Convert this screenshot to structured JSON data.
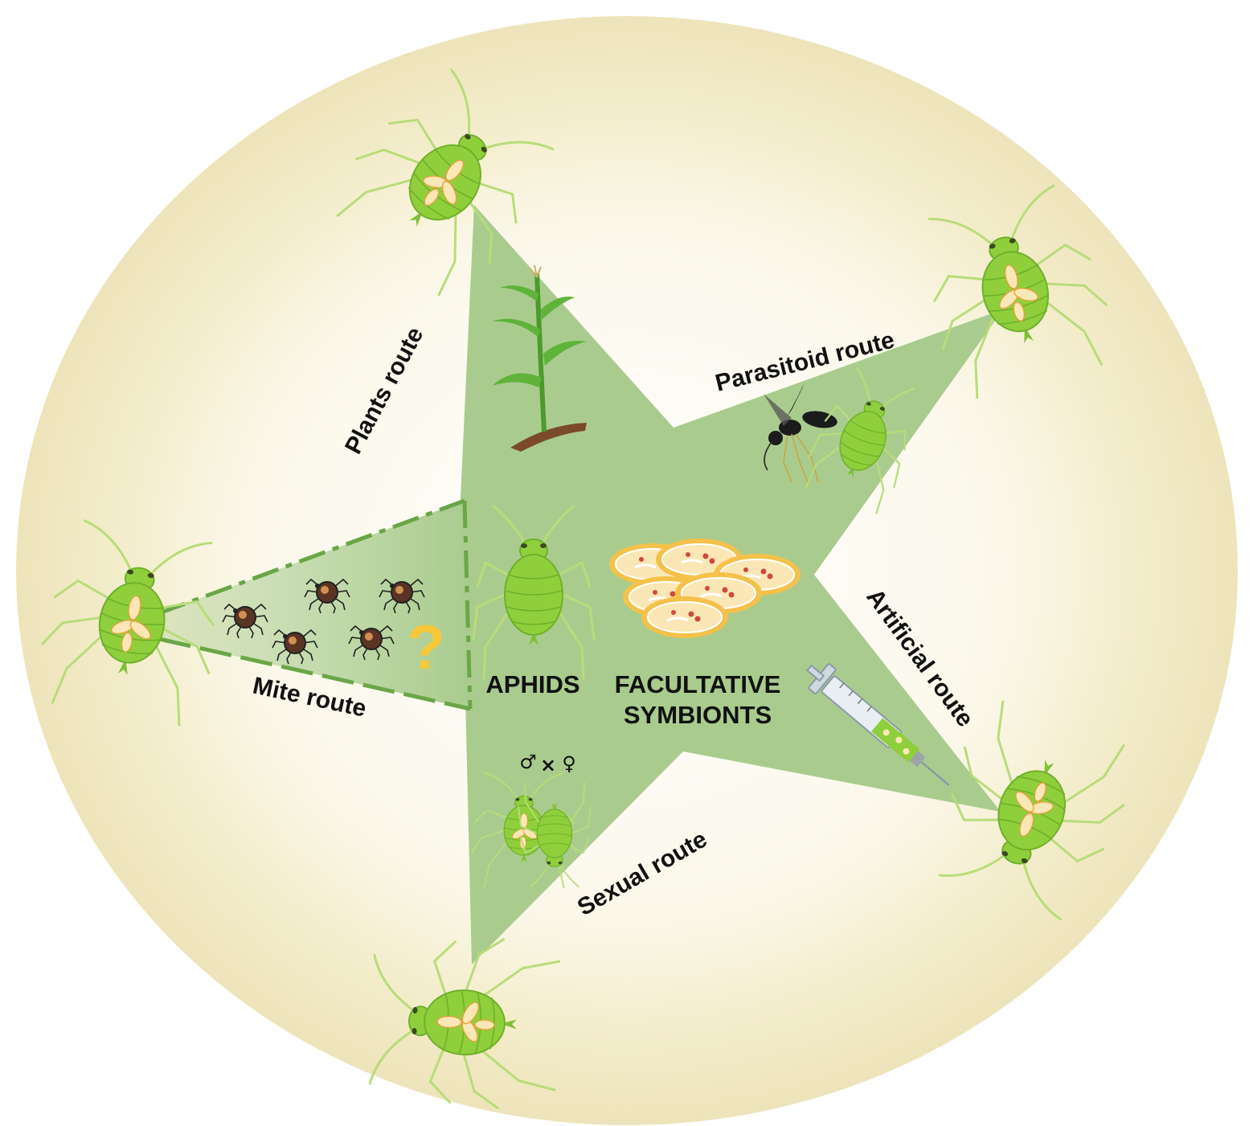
{
  "labels": {
    "plants_route": "Plants route",
    "parasitoid_route": "Parasitoid route",
    "artificial_route": "Artificial route",
    "sexual_route": "Sexual route",
    "mite_route": "Mite route",
    "aphids": "APHIDS",
    "facultative_line1": "FACULTATIVE",
    "facultative_line2": "SYMBIONTS",
    "male_symbol": "♂",
    "cross_symbol": "×",
    "female_symbol": "♀",
    "question_mark": "?"
  },
  "colors": {
    "background_glow": "#f1ebc8",
    "star_fill": "#a9cc8e",
    "aphid_body": "#8fcf3c",
    "aphid_dark": "#6fb02a",
    "symbiont_outer": "#f4c14a",
    "symbiont_inner": "#fbe7b6",
    "mite_body": "#5a3424",
    "question_mark": "#f6c83a",
    "dash_line": "#6aa647"
  },
  "icons": [
    "aphid-icon",
    "symbiont-icon",
    "plant-icon",
    "wasp-icon",
    "mite-icon",
    "syringe-icon"
  ]
}
